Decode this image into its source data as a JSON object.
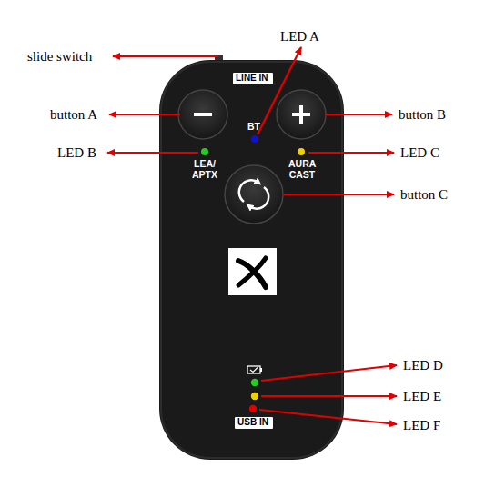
{
  "diagram": {
    "nodes": [
      {
        "text": [
          "LINE IN"
        ]
      },
      {
        "text": [
          "USB IN"
        ]
      }
    ],
    "labels": [
      "slide switch",
      "LED A",
      "button A",
      "BT",
      "button B",
      "LED B",
      "LEA/ APTX",
      "LED C",
      "AURA CAST",
      "button C",
      "LED D",
      "LED E",
      "LED F"
    ]
  }
}
